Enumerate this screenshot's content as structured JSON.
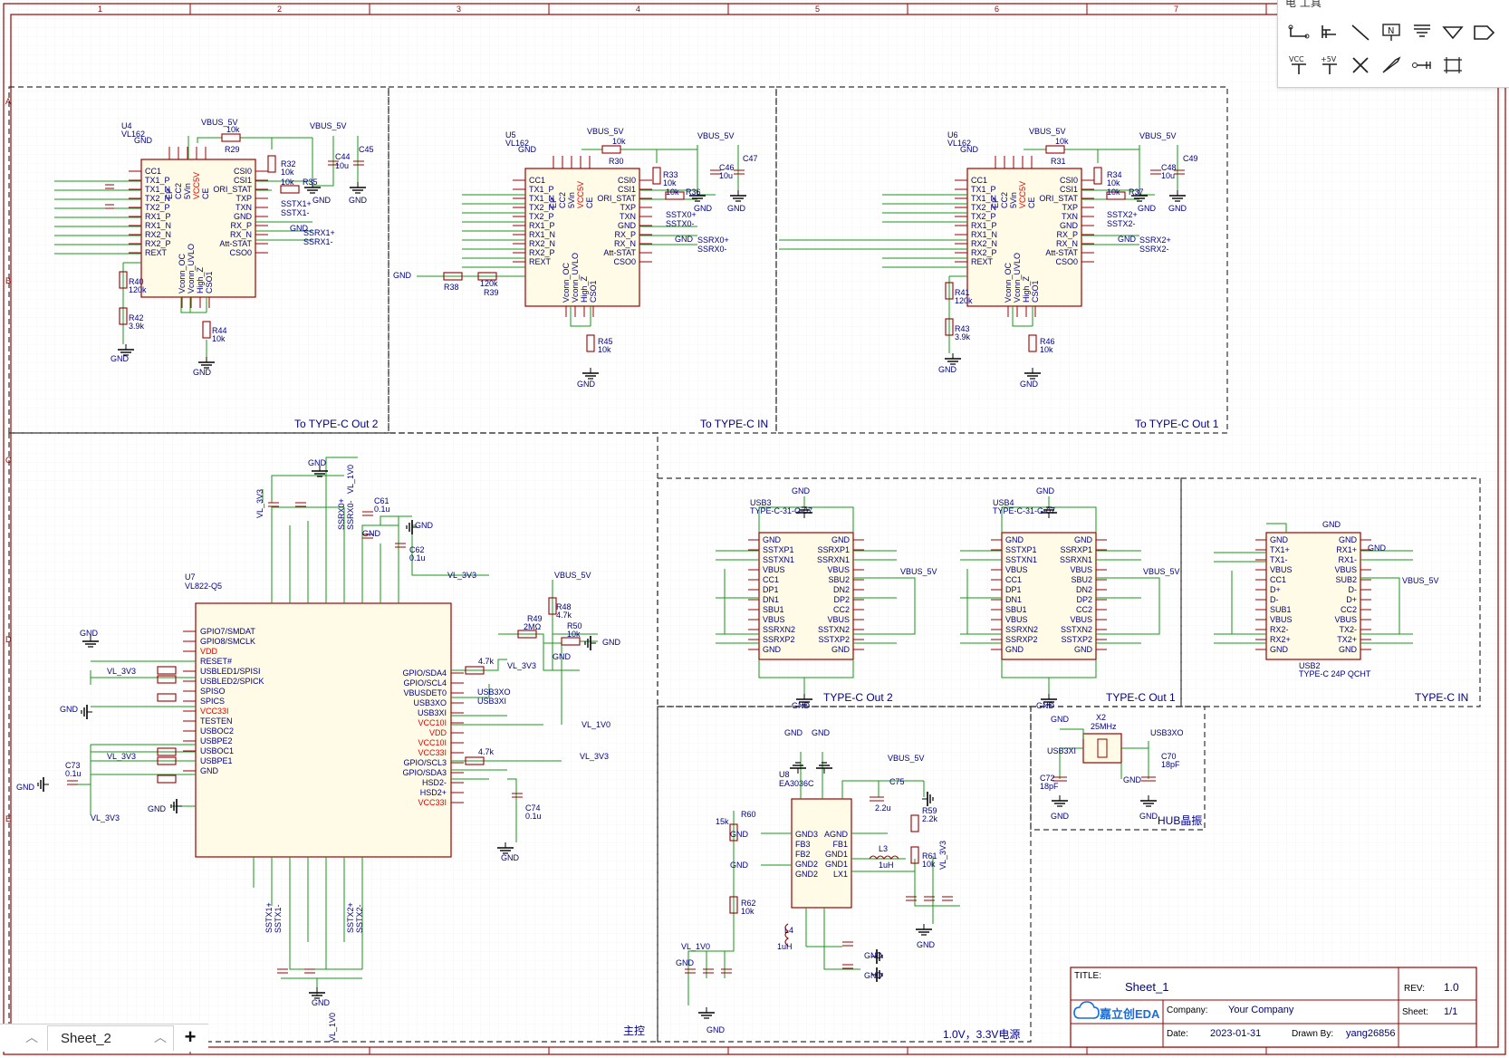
{
  "toolbox": {
    "title": "电 工具",
    "tools": [
      {
        "name": "wire-tool",
        "label": ""
      },
      {
        "name": "bus-tool",
        "label": ""
      },
      {
        "name": "line-tool",
        "label": ""
      },
      {
        "name": "net-label-tool",
        "label": "N"
      },
      {
        "name": "ground-tool",
        "label": ""
      },
      {
        "name": "netport-tool",
        "label": ""
      },
      {
        "name": "port-tool",
        "label": ""
      },
      {
        "name": "vcc-tool",
        "label": "VCC"
      },
      {
        "name": "plus5v-tool",
        "label": "+5V"
      },
      {
        "name": "no-connect-tool",
        "label": ""
      },
      {
        "name": "probe-tool",
        "label": ""
      },
      {
        "name": "pin-tool",
        "label": ""
      },
      {
        "name": "box-tool",
        "label": ""
      }
    ]
  },
  "frame": {
    "col_numbers": [
      "1",
      "2",
      "3",
      "4",
      "5",
      "6",
      "7"
    ],
    "row_letters": [
      "A",
      "B",
      "C",
      "D",
      "E"
    ]
  },
  "sections": {
    "out2": "To TYPE-C Out 2",
    "in": "To TYPE-C IN",
    "out1": "To TYPE-C Out 1",
    "main": "主控",
    "power": "1.0V，3.3V电源",
    "typec_out2": "TYPE-C Out 2",
    "typec_out1": "TYPE-C Out 1",
    "typec_in": "TYPE-C IN",
    "hub_xtal": "HUB晶振"
  },
  "title_block": {
    "title_label": "TITLE:",
    "title": "Sheet_1",
    "rev_label": "REV:",
    "rev": "1.0",
    "company_label": "Company:",
    "company": "Your Company",
    "sheet_label": "Sheet:",
    "sheet": "1/1",
    "date_label": "Date:",
    "date": "2023-01-31",
    "drawn_label": "Drawn By:",
    "drawn_by": "yang26856",
    "logo": "嘉立创EDA"
  },
  "tabs": {
    "active_tab": "Sheet_2",
    "add": "+"
  },
  "redriver": {
    "pins_left": [
      "CC1",
      "TX1_P",
      "TX1_N",
      "TX2_N",
      "TX2_P",
      "RX1_P",
      "RX1_N",
      "RX2_N",
      "RX2_P",
      "REXT"
    ],
    "pins_right": [
      "CSI0",
      "CSI1",
      "ORI_STAT",
      "TXP",
      "TXN",
      "GND",
      "RX_P",
      "RX_N",
      "Att-STAT",
      "CSO0"
    ],
    "pins_top": [
      "EP",
      "CC2",
      "5Vin",
      "VCC5V",
      "CE"
    ],
    "pins_bottom": [
      "Vconn_OC",
      "Vconn_UVLO",
      "High_Z",
      "CSO1"
    ]
  },
  "chips": {
    "u4": {
      "ref": "U4",
      "part": "VL162"
    },
    "u5": {
      "ref": "U5",
      "part": "VL162"
    },
    "u6": {
      "ref": "U6",
      "part": "VL162"
    },
    "u7": {
      "ref": "U7",
      "part": "VL822-Q5"
    },
    "u8": {
      "ref": "U8",
      "part": "EA3036C"
    },
    "usb3": {
      "ref": "USB3",
      "part": "TYPE-C-31-G-07"
    },
    "usb4": {
      "ref": "USB4",
      "part": "TYPE-C-31-G-07"
    },
    "usb2": {
      "ref": "USB2",
      "part": "TYPE-C 24P QCHT"
    },
    "x2": {
      "ref": "X2",
      "part": "25MHz"
    }
  },
  "nets": {
    "gnd": "GND",
    "vbus": "VBUS_5V",
    "vl3v3": "VL_3V3",
    "vl1v0": "VL_1V0",
    "ssrx1p": "SSRX1+",
    "ssrx1n": "SSRX1-",
    "sstx1p": "SSTX1+",
    "sstx1n": "SSTX1-",
    "ssrx0p": "SSRX0+",
    "ssrx0n": "SSRX0-",
    "sstx0p": "SSTX0+",
    "sstx0n": "SSTX0-",
    "ssrx2p": "SSRX2+",
    "ssrx2n": "SSRX2-",
    "sstx2p": "SSTX2+",
    "sstx2n": "SSTX2-",
    "usb3xo": "USB3XO",
    "usb3xi": "USB3XI"
  },
  "parts": {
    "r29": "R29",
    "r30": "R30",
    "r31": "R31",
    "r32": "R32",
    "r33": "R33",
    "r34": "R34",
    "r35": "R35",
    "r36": "R36",
    "r37": "R37",
    "r38": "R38",
    "r39": "R39",
    "r40": "R40",
    "r41": "R41",
    "r42": "R42",
    "r43": "R43",
    "r44": "R44",
    "r45": "R45",
    "r46": "R46",
    "r48": "R48",
    "r49": "R49",
    "r50": "R50",
    "r59": "R59",
    "r60": "R60",
    "r61": "R61",
    "r62": "R62",
    "c44": "C44",
    "c45": "C45",
    "c46": "C46",
    "c47": "C47",
    "c48": "C48",
    "c49": "C49",
    "c61": "C61",
    "c62": "C62",
    "c70": "C70",
    "c72": "C72",
    "c73": "C73",
    "c74": "C74",
    "c75": "C75",
    "l3": "L3",
    "l4": "L4",
    "v10k": "10k",
    "v3k9": "3.9k",
    "v120k": "120k",
    "v10u": "10u",
    "v100nf": "100nF",
    "v2m": "2MΩ",
    "v4k7": "4.7k",
    "v18pf": "18pF",
    "v0u1": "0.1u",
    "v2u2": "2.2u",
    "v1uh": "1uH",
    "v15k": "15k",
    "v2k2": "2.2k"
  },
  "u7_pins_left": [
    "GPIO7/SMDAT",
    "GPIO8/SMCLK",
    "VDD",
    "RESET#",
    "USBLED1/SPISI",
    "USBLED2/SPICK",
    "SPISO",
    "SPICS",
    "VCC33I",
    "TESTEN",
    "USBOC2",
    "USBPE2",
    "USBOC1",
    "USBPE1",
    "GND"
  ],
  "u7_pins_right": [
    "GPIO/SDA4",
    "GPIO/SCL4",
    "VBUSDET0",
    "USB3XO",
    "USB3XI",
    "VCC10I",
    "VDD",
    "VCC10I",
    "VCC33I",
    "GPIO/SCL3",
    "GPIO/SDA3",
    "HSD2-",
    "HSD2+",
    "VCC33I"
  ],
  "u8_pins_left": [
    "GND3",
    "FB3",
    "FB2",
    "GND2",
    "GND2"
  ],
  "u8_pins_right": [
    "AGND",
    "FB1",
    "GND1",
    "GND1",
    "LX1"
  ],
  "usbc_pins_left": [
    "GND",
    "SSTXP1",
    "SSTXN1",
    "VBUS",
    "CC1",
    "DP1",
    "DN1",
    "SBU1",
    "VBUS",
    "SSRXN2",
    "SSRXP2",
    "GND"
  ],
  "usbc_pins_right": [
    "GND",
    "SSRXP1",
    "SSRXN1",
    "VBUS",
    "SBU2",
    "DN2",
    "DP2",
    "CC2",
    "VBUS",
    "SSTXN2",
    "SSTXP2",
    "GND"
  ],
  "usb2_pins_left": [
    "GND",
    "TX1+",
    "TX1-",
    "VBUS",
    "CC1",
    "D+",
    "D-",
    "SUB1",
    "VBUS",
    "RX2-",
    "RX2+",
    "GND"
  ],
  "usb2_pins_right": [
    "GND",
    "RX1+",
    "RX1-",
    "VBUS",
    "SUB2",
    "D-",
    "D+",
    "CC2",
    "VBUS",
    "TX2-",
    "TX2+",
    "GND"
  ],
  "colors": {
    "wire": "#169616",
    "component": "#990000",
    "label": "#000080",
    "power_pin": "#e00000",
    "frame": "#990000",
    "grid": "#e8e8e8"
  }
}
